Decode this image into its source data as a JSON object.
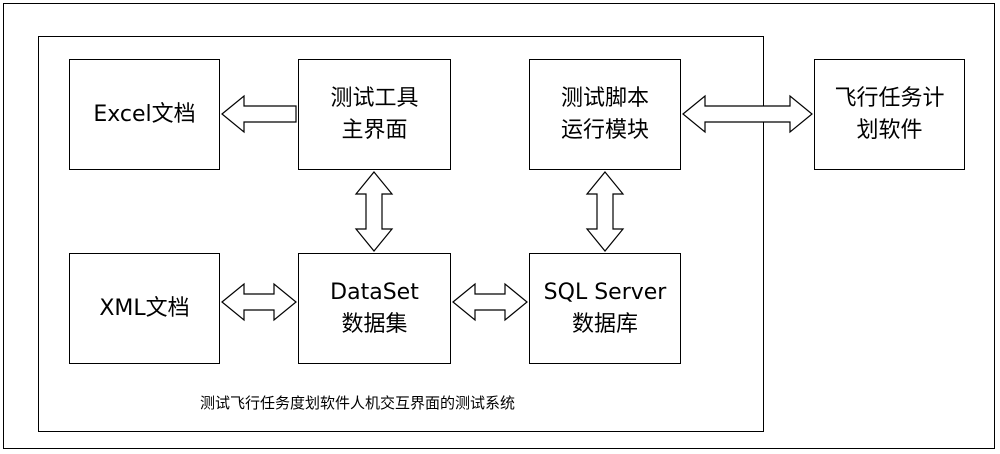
{
  "boxes": {
    "excel": {
      "lines": [
        "Excel文档"
      ]
    },
    "tool_main": {
      "lines": [
        "测试工具",
        "主界面"
      ]
    },
    "script_module": {
      "lines": [
        "测试脚本",
        "运行模块"
      ]
    },
    "flight_software": {
      "lines": [
        "飞行任务计",
        "划软件"
      ]
    },
    "xml": {
      "lines": [
        "XML文档"
      ]
    },
    "dataset": {
      "lines": [
        "DataSet",
        "数据集"
      ]
    },
    "sqlserver": {
      "lines": [
        "SQL Server",
        "数据库"
      ]
    }
  },
  "system_caption": "测试飞行任务度划软件人机交互界面的测试系统"
}
